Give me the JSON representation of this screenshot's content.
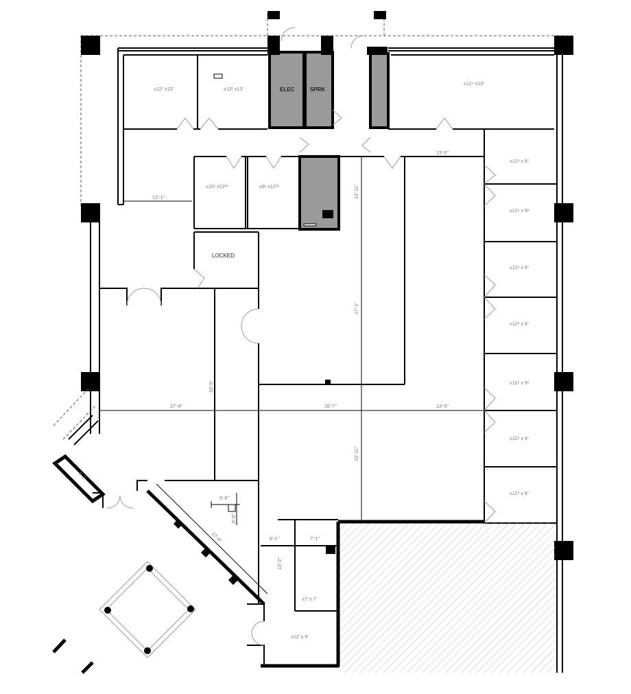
{
  "plan": {
    "colors": {
      "wall": "#000000",
      "service_room": "#9a9a9a",
      "dimension_text": "#777777",
      "background": "#ffffff"
    },
    "rooms": {
      "office_top_1": "±12⁰ x13'",
      "office_top_2": "±12¹ x13'",
      "elec": "ELEC",
      "sprk": "SPRK",
      "office_top_right": "±12⁴ x13⁶",
      "office_mid_1": "±10⁶ x12¹¹",
      "office_mid_2": "±9⁶ x12¹¹",
      "locked": "LOCKED",
      "right_offices": [
        "±12⁶ x 9⁷",
        "±12⁶ x 9⁸",
        "±12⁶ x 9⁷",
        "±12⁶ x 9⁷",
        "±12⁶ x 9⁸",
        "±12⁶ x 9⁷",
        "±12⁶ x 9⁷"
      ],
      "small_room": "±7' x 7'",
      "bottom_room": "±12' x 9'"
    },
    "dimensions": {
      "d_12_1": "12'-1\"",
      "d_13_5_top": "13'-5\"",
      "d_13_5_mid": "13'-5\"",
      "d_27_8": "27'-8\"",
      "d_26_7": "26'-7\"",
      "d_33_6": "33'-6\"",
      "d_27_1": "27'-1\"",
      "d_12_11": "12'-11\"",
      "d_23_11": "23'-11\"",
      "d_5_6": "5'-6\"",
      "d_6_0": "6'-0\"",
      "d_27_9": "27'-9\"",
      "d_6_1": "6'-1\"",
      "d_7_1": "7'-1\"",
      "d_13_2": "13'-2\"",
      "d_6_2": "6'-2\""
    }
  }
}
